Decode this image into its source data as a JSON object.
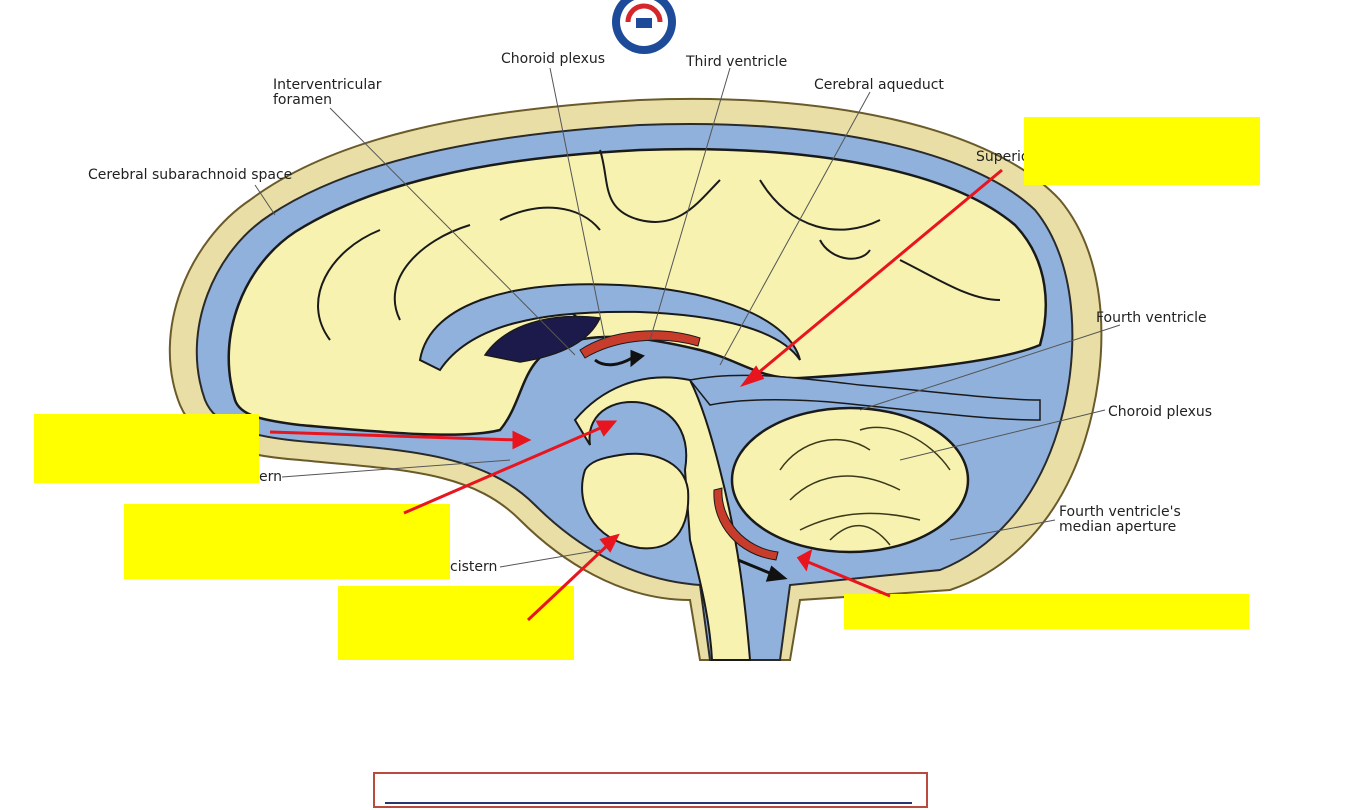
{
  "labels": {
    "choroid_plexus_top": "Choroid plexus",
    "third_ventricle": "Third ventricle",
    "interventricular_l1": "Interventricular",
    "interventricular_l2": "foramen",
    "cerebral_aqueduct": "Cerebral aqueduct",
    "cerebral_subarachnoid": "Cerebral subarachnoid space",
    "superior_partial": "Superio",
    "fourth_ventricle": "Fourth ventricle",
    "choroid_plexus_right": "Choroid plexus",
    "median_aperture_l1": "Fourth ventricle's",
    "median_aperture_l2": "median aperture",
    "cistern_upper_partial": "ern",
    "cistern_lower_partial": "cistern"
  },
  "colors": {
    "highlight": "#ffff00",
    "arrow": "#e8141e",
    "csf_blue": "#8fb1dc",
    "brain_yellow": "#f7f2b0",
    "bone": "#e9dfa6",
    "dark_ventricle": "#1c1a4a",
    "choroid_red": "#c83c2c",
    "frame": "#b84a3e",
    "line": "#2a3470"
  },
  "logo": {
    "icon": "university-seal-icon"
  }
}
